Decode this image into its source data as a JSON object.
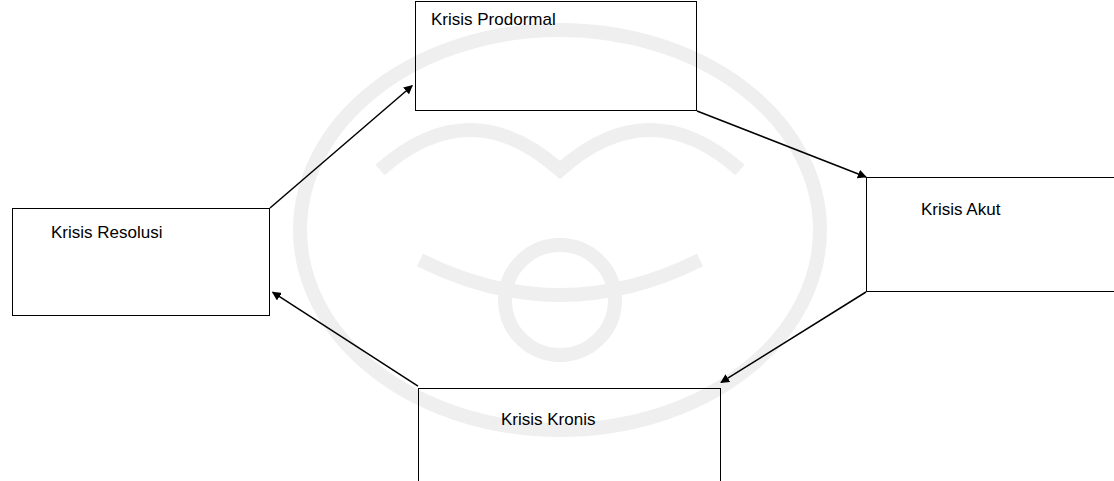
{
  "diagram": {
    "nodes": [
      {
        "text": [
          "Krisis Prodormal"
        ]
      },
      {
        "text": [
          "Krisis Akut"
        ]
      },
      {
        "text": [
          "Krisis Resolusi"
        ]
      },
      {
        "text": [
          "Krisis Kronis"
        ]
      }
    ],
    "edges": [
      {
        "from": 0,
        "to": 1,
        "arrow": "to"
      },
      {
        "from": 1,
        "to": 3,
        "arrow": "to"
      },
      {
        "from": 3,
        "to": 2,
        "arrow": "to"
      },
      {
        "from": 2,
        "to": 0,
        "arrow": "to"
      }
    ]
  }
}
